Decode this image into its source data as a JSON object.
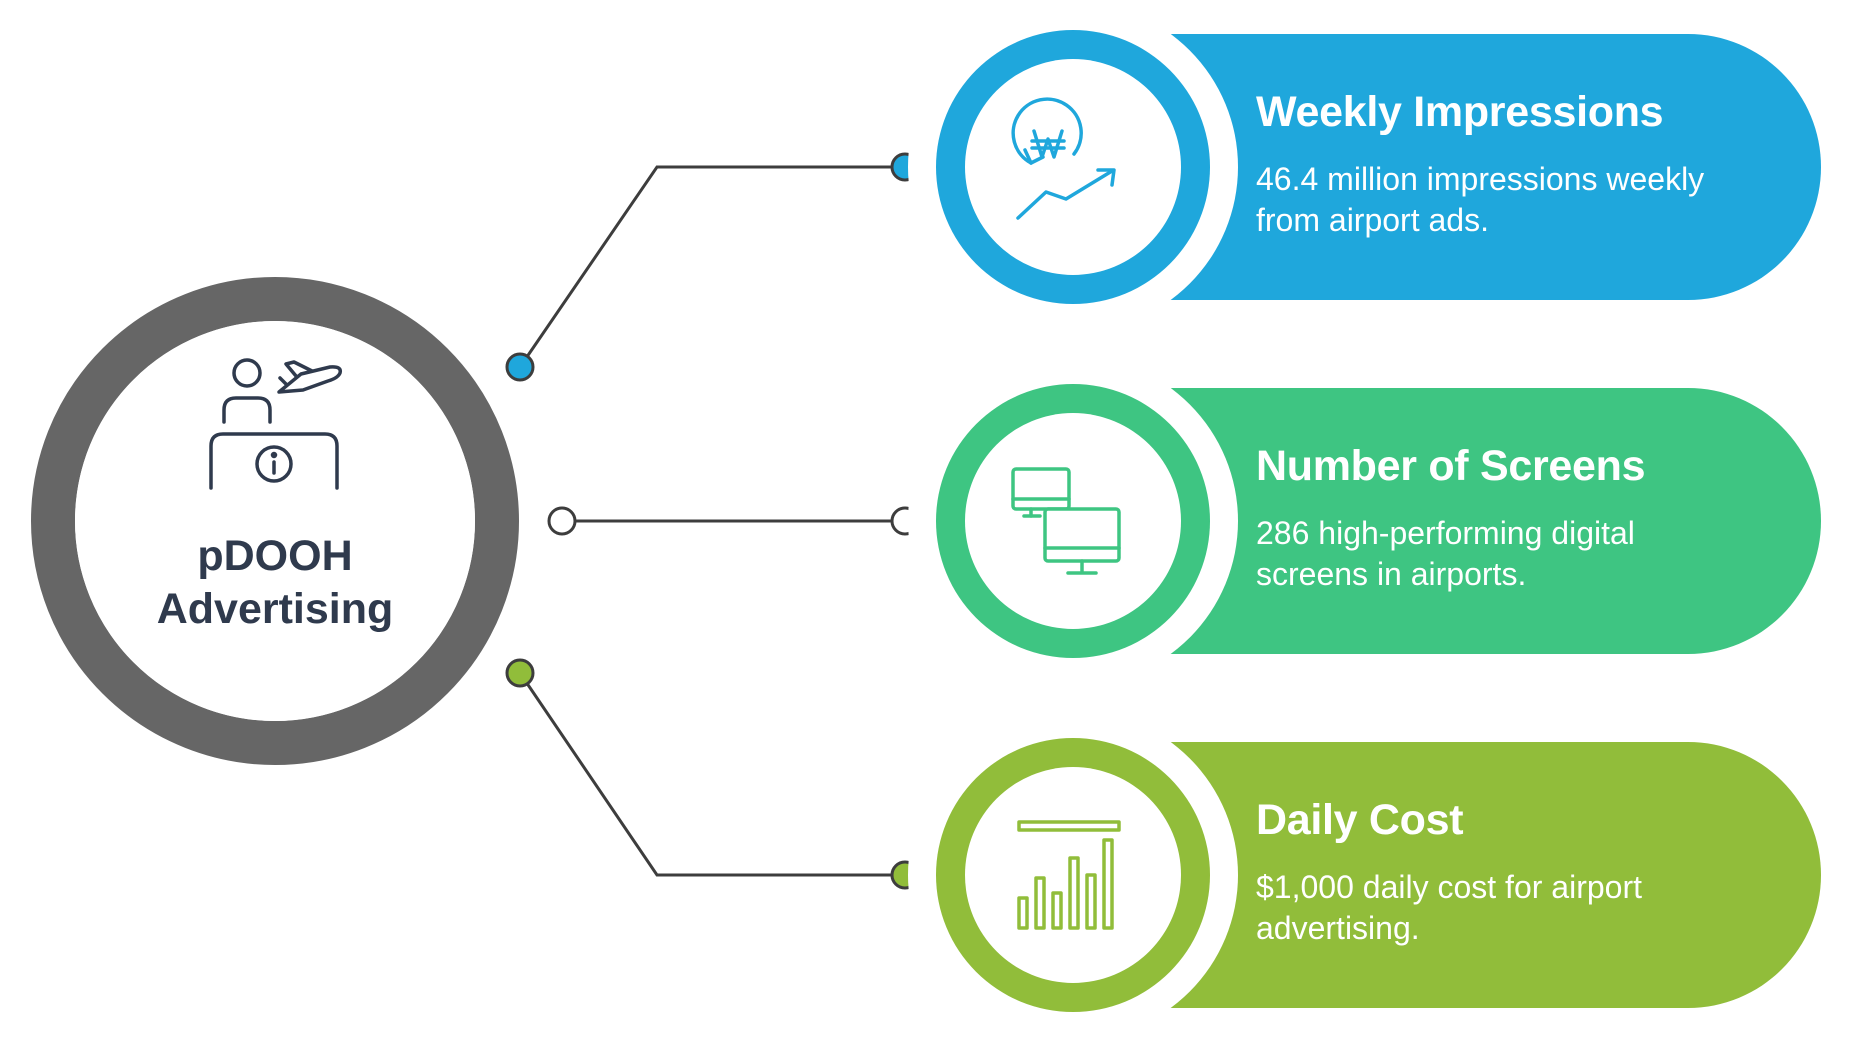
{
  "hub": {
    "line1": "pDOOH",
    "line2": "Advertising",
    "ring_color": "#666666",
    "text_color": "#2f3a4d",
    "icon": "airport-info-desk-icon"
  },
  "cards": [
    {
      "title": "Weekly Impressions",
      "description": "46.4 million impressions weekly from airport ads.",
      "color": "#1fa7dc",
      "icon": "won-growth-icon",
      "connector_dot": "#1fa7dc"
    },
    {
      "title": "Number of Screens",
      "description": "286 high-performing digital screens in airports.",
      "color": "#3ec582",
      "icon": "monitors-icon",
      "connector_dot": "#ffffff"
    },
    {
      "title": "Daily Cost",
      "description": "$1,000 daily cost for airport advertising.",
      "color": "#91bd3a",
      "icon": "bar-chart-icon",
      "connector_dot": "#91bd3a"
    }
  ]
}
